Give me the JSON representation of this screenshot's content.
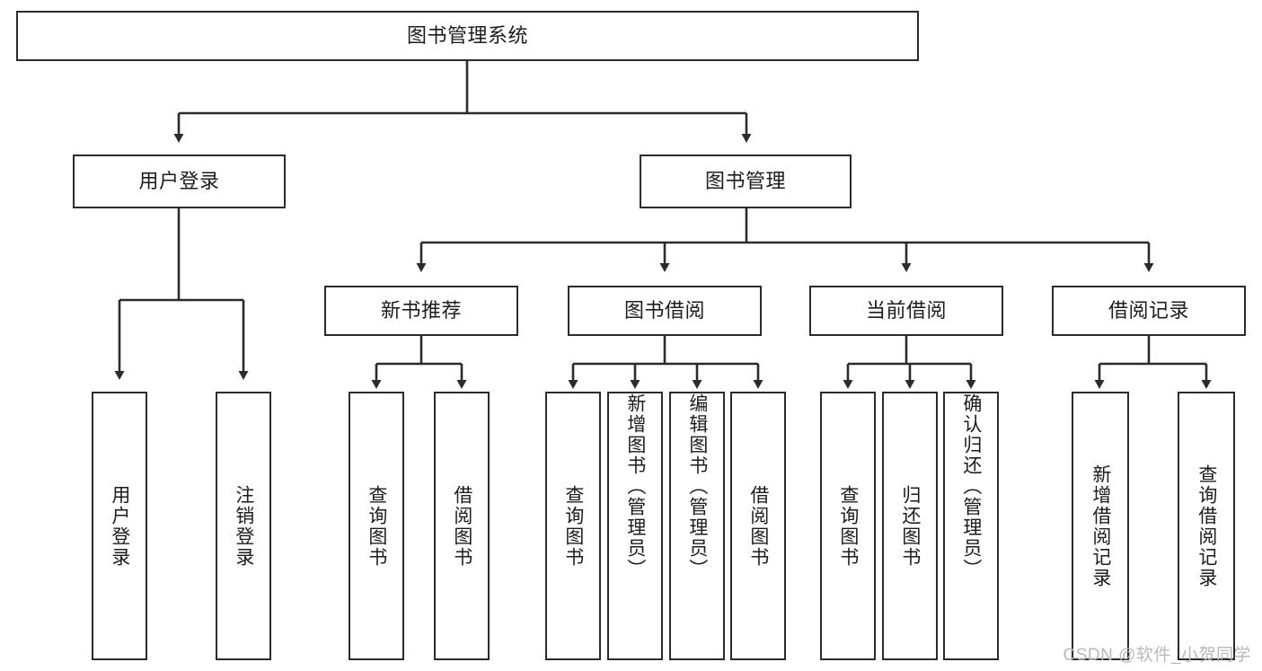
{
  "diagram": {
    "title": "图书管理系统",
    "type": "tree-hierarchy-diagram",
    "colors": {
      "stroke": "#2b2b2b",
      "fill": "#ffffff",
      "text": "#1c1c1c",
      "watermark": "#b9b9b9"
    },
    "root": {
      "label": "图书管理系统"
    },
    "level2": [
      {
        "label": "用户登录"
      },
      {
        "label": "图书管理"
      }
    ],
    "level3": [
      {
        "label": "新书推荐"
      },
      {
        "label": "图书借阅"
      },
      {
        "label": "当前借阅"
      },
      {
        "label": "借阅记录"
      }
    ],
    "leaves": {
      "user_login": [
        {
          "label": "用户登录"
        },
        {
          "label": "注销登录"
        }
      ],
      "new_book_recommend": [
        {
          "label": "查询图书"
        },
        {
          "label": "借阅图书"
        }
      ],
      "book_borrow": [
        {
          "label": "查询图书"
        },
        {
          "label": "新增图书（管理员）"
        },
        {
          "label": "编辑图书（管理员）"
        },
        {
          "label": "借阅图书"
        }
      ],
      "current_borrow": [
        {
          "label": "查询图书"
        },
        {
          "label": "归还图书"
        },
        {
          "label": "确认归还（管理员）"
        }
      ],
      "borrow_records": [
        {
          "label": "新增借阅记录"
        },
        {
          "label": "查询借阅记录"
        }
      ]
    }
  },
  "watermark": {
    "text": "CSDN @软件_小贺同学"
  }
}
